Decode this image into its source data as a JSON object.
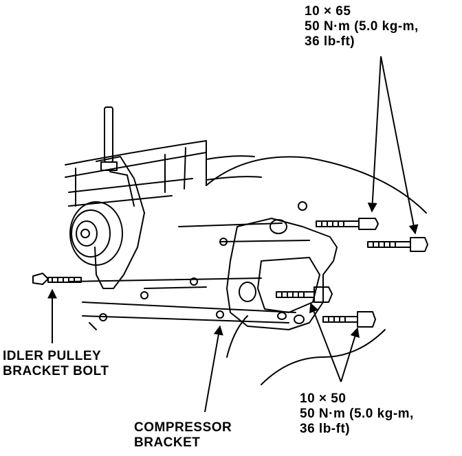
{
  "labels": {
    "bolt_top": {
      "line1": "10 × 65",
      "line2": "50 N·m (5.0 kg-m,",
      "line3": "36 lb-ft)"
    },
    "bolt_bottom": {
      "line1": "10 × 50",
      "line2": "50 N·m (5.0 kg-m,",
      "line3": "36 lb-ft)"
    },
    "idler": {
      "line1": "IDLER PULLEY",
      "line2": "BRACKET BOLT"
    },
    "compressor": {
      "line1": "COMPRESSOR",
      "line2": "BRACKET"
    }
  }
}
